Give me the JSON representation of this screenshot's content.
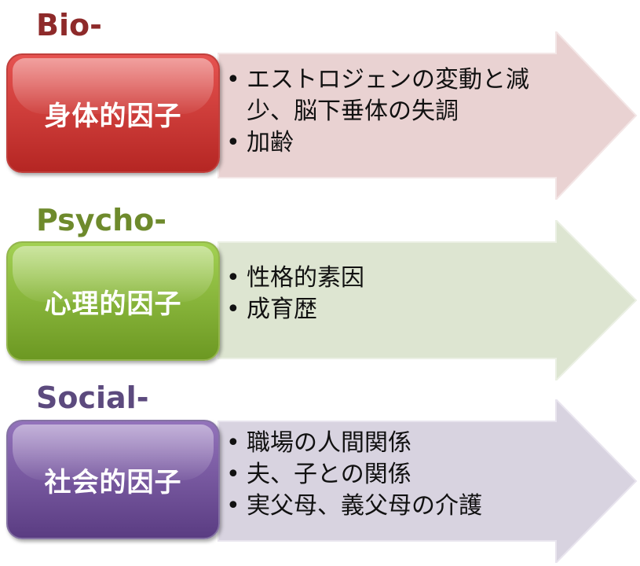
{
  "rows": [
    {
      "label": "Bio-",
      "label_color": "#8e2a2a",
      "factor": "身体的因子",
      "box_colors": [
        "#e24a47",
        "#b22421"
      ],
      "box_border": "#b83a37",
      "arrow_fill": "#e9d2d2",
      "bullets": [
        "エストロジェンの変動と減少、脳下垂体の失調",
        "加齢"
      ]
    },
    {
      "label": "Psycho-",
      "label_color": "#6e8a2c",
      "factor": "心理的因子",
      "box_colors": [
        "#9ccc4b",
        "#6f9a24"
      ],
      "box_border": "#8fb04a",
      "arrow_fill": "#dde5d1",
      "bullets": [
        "性格的素因",
        "成育歴"
      ]
    },
    {
      "label": "Social-",
      "label_color": "#5c4a7e",
      "factor": "社会的因子",
      "box_colors": [
        "#8d6bb5",
        "#5d3f86"
      ],
      "box_border": "#7f6aa0",
      "arrow_fill": "#d8d3e0",
      "bullets": [
        "職場の人間関係",
        "夫、子との関係",
        "実父母、義父母の介護"
      ]
    }
  ]
}
